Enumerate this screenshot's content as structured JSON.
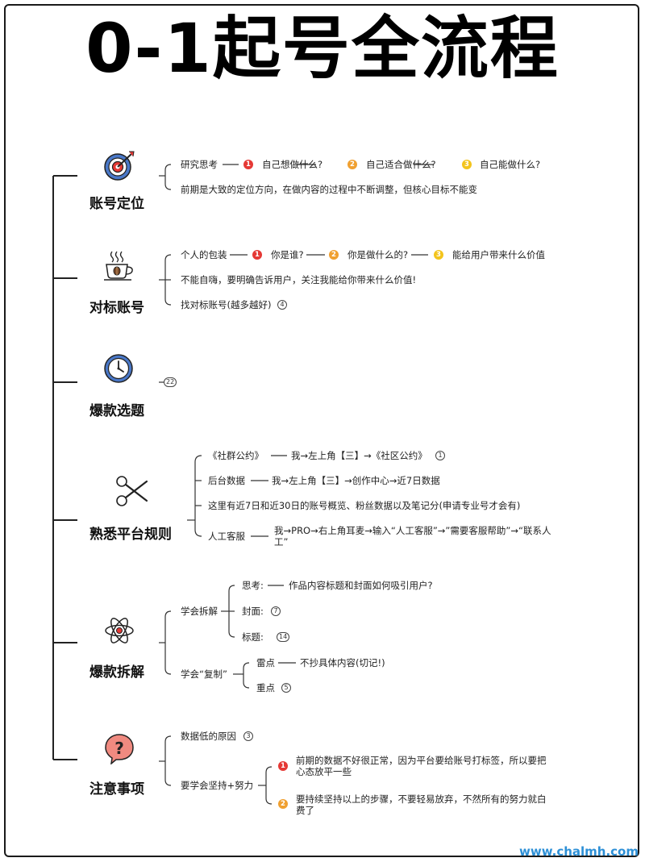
{
  "title": "0-1起号全流程",
  "watermark": "www.chalmh.com",
  "colors": {
    "num1": "#e53935",
    "num2": "#f0a030",
    "num3": "#f3c41c",
    "watermark": "#2c8fd6"
  },
  "sections": {
    "s1": {
      "label": "账号定位",
      "icon": "target-icon",
      "research": "研究思考",
      "q1": "自己想做什么?",
      "q2": "自己适合做什么?",
      "q3": "自己能做什么?",
      "note": "前期是大致的定位方向，在做内容的过程中不断调整，但核心目标不能变"
    },
    "s2": {
      "label": "对标账号",
      "icon": "coffee-cup-icon",
      "pack": "个人的包装",
      "q1": "你是谁?",
      "q2": "你是做什么的?",
      "q3": "能给用户带来什么价值",
      "note": "不能自嗨，要明确告诉用户，关注我能给你带来什么价值!",
      "find": "找对标账号(越多越好)",
      "find_count": "4"
    },
    "s3": {
      "label": "爆款选题",
      "icon": "clock-icon",
      "count": "22"
    },
    "s4": {
      "label": "熟悉平台规则",
      "icon": "scissors-icon",
      "r1": "《社群公约》",
      "r1_path": "我→左上角【三】→《社区公约》",
      "r1_count": "1",
      "r2": "后台数据",
      "r2_path": "我→左上角【三】→创作中心→近7日数据",
      "r3": "这里有近7日和近30日的账号概览、粉丝数据以及笔记分(申请专业号才会有)",
      "r4": "人工客服",
      "r4_path": "我→PRO→右上角耳麦→输入“人工客服”→”需要客服帮助”→“联系人工”"
    },
    "s5": {
      "label": "爆款拆解",
      "icon": "atom-icon",
      "learn": "学会拆解",
      "think": "思考:",
      "think_text": "作品内容标题和封面如何吸引用户?",
      "cover": "封面:",
      "cover_count": "7",
      "heading": "标题:",
      "heading_count": "14",
      "copy": "学会“复制”",
      "mine": "雷点",
      "mine_text": "不抄具体内容(切记!)",
      "focus": "重点",
      "focus_count": "5"
    },
    "s6": {
      "label": "注意事项",
      "icon": "question-bubble-icon",
      "low": "数据低的原因",
      "low_count": "3",
      "persist": "要学会坚持+努力",
      "p1": "前期的数据不好很正常，因为平台要给账号打标签，所以要把心态放平一些",
      "p2": "要持续坚持以上的步骤，不要轻易放弃，不然所有的努力就白费了"
    }
  }
}
